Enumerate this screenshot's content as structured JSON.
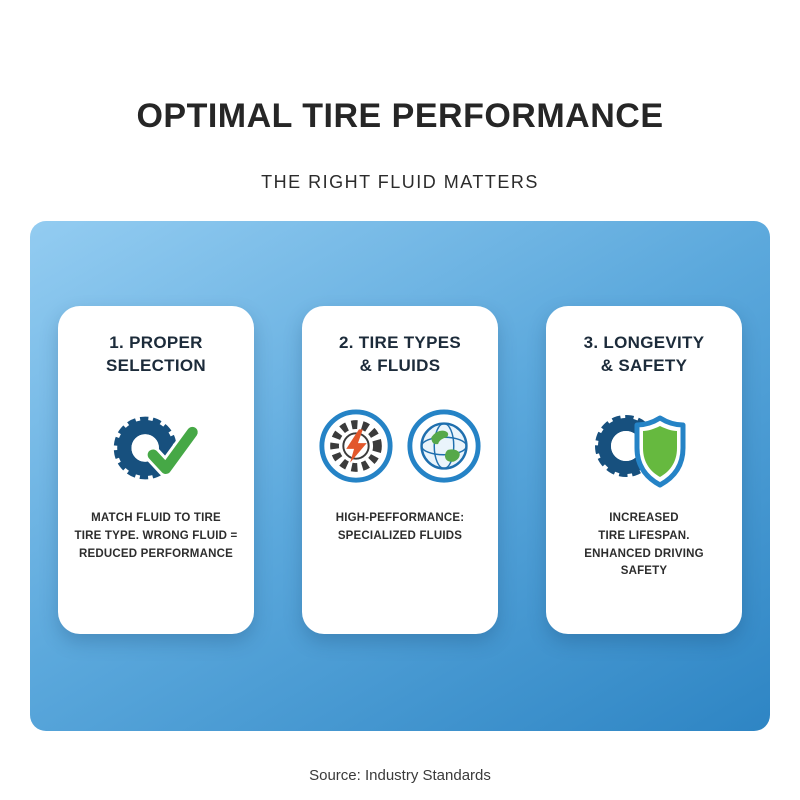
{
  "title": "OPTIMAL TIRE PERFORMANCE",
  "subtitle": "THE RIGHT FLUID MATTERS",
  "source": "Source: Industry Standards",
  "colors": {
    "panel_gradient_start": "#93ccf1",
    "panel_gradient_end": "#2e85c4",
    "heading_text": "#1c2b3a",
    "accent_blue": "#2583c6",
    "tire_navy": "#17507e",
    "check_green": "#46a846",
    "shield_green": "#66b93f",
    "bolt_orange": "#e2572b"
  },
  "icons": {
    "card1": "tire-with-green-check-icon",
    "card2_left": "tire-with-lightning-bolt-icon",
    "card2_right": "globe-icon",
    "card3": "tire-with-shield-icon"
  },
  "cards": [
    {
      "title": "1. PROPER\nSELECTION",
      "body": "MATCH FLUID TO TIRE\nTIRE TYPE. WRONG FLUID =\nREDUCED PERFORMANCE"
    },
    {
      "title": "2. TIRE TYPES\n& FLUIDS",
      "body": "HIGH-PEFFORMANCE:\nSPECIALIZED FLUIDS"
    },
    {
      "title": "3. LONGEVITY\n& SAFETY",
      "body": "INCREASED\nTIRE LIFESPAN.\nENHANCED DRIVING SAFETY"
    }
  ]
}
